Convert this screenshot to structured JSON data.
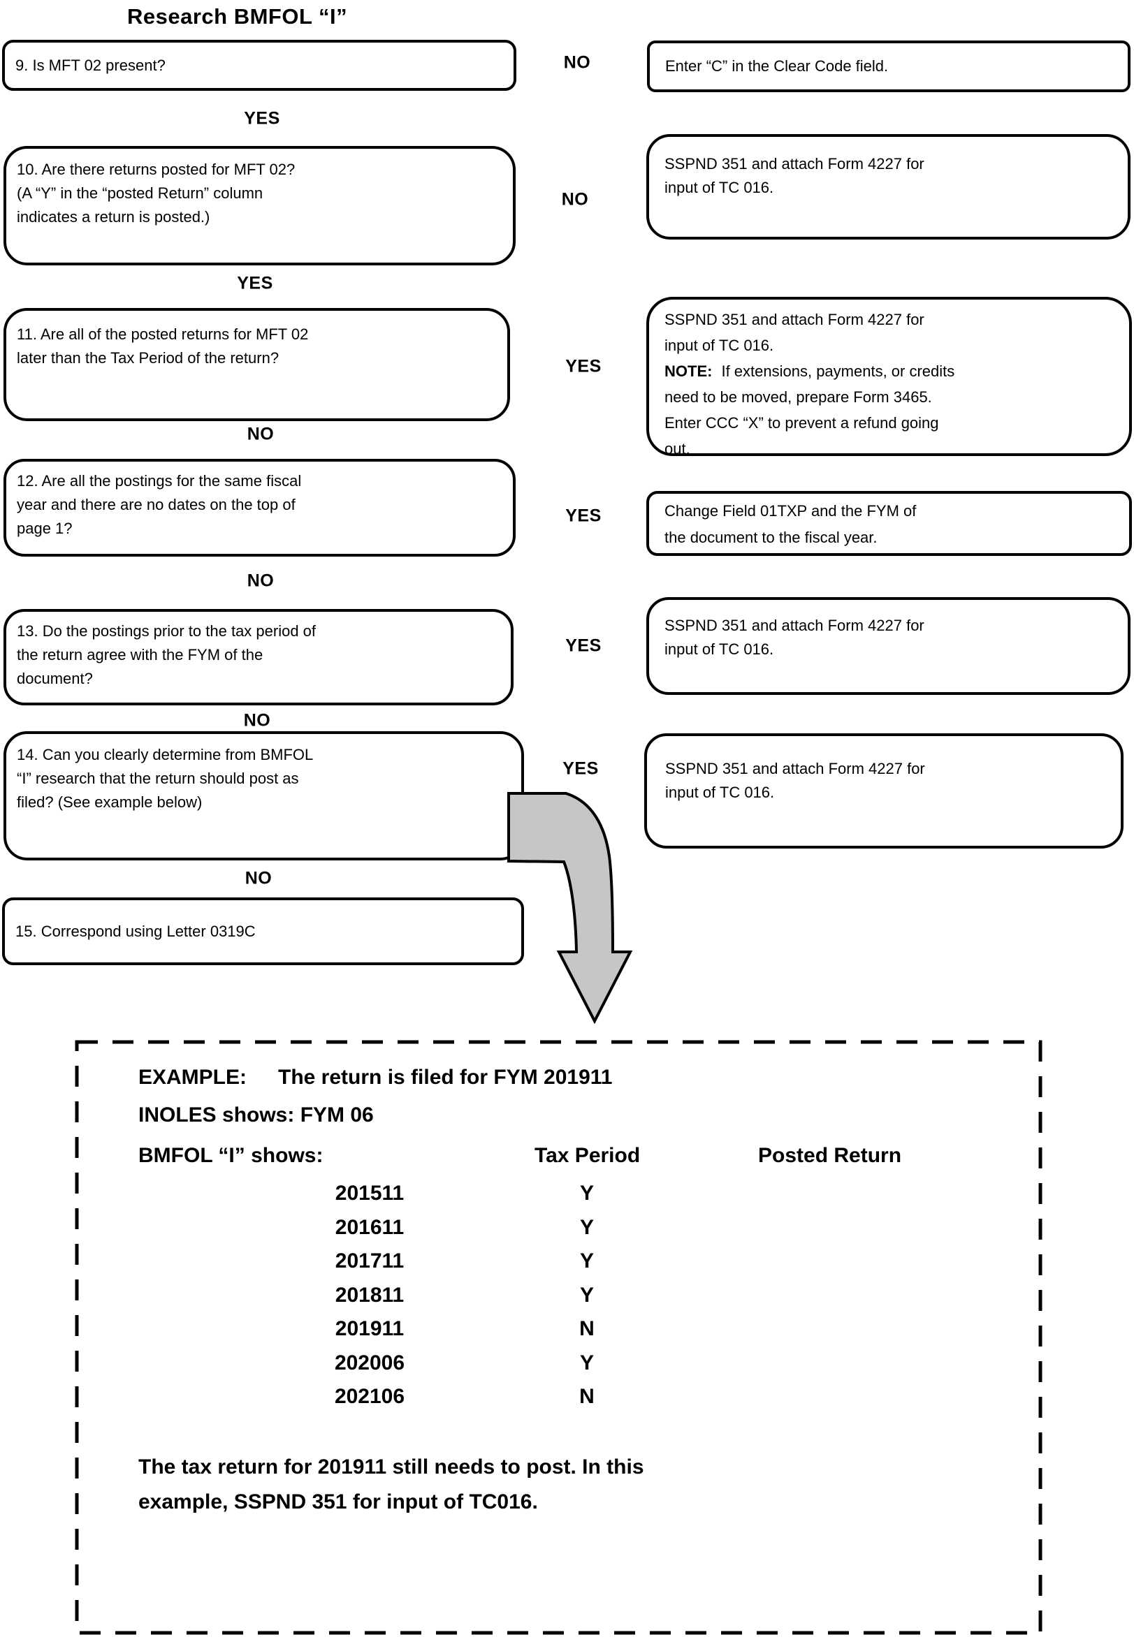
{
  "title": "Research BMFOL “I”",
  "labels": {
    "yes": "YES",
    "no": "NO"
  },
  "questions": {
    "q9": "9. Is MFT 02 present?",
    "q10": "10. Are there returns posted for MFT 02?\n(A “Y” in the “posted Return” column\nindicates a return is posted.)",
    "q11": "11. Are all of the posted returns for MFT 02\nlater than the Tax Period of the return?",
    "q12": "12. Are all the postings for the same fiscal\nyear and there are no dates on the top of\npage 1?",
    "q13": "13. Do the postings prior to the tax period of\nthe return agree with the FYM of the\ndocument?",
    "q14": "14. Can you clearly determine from BMFOL\n“I” research that the return should post as\nfiled?  (See example below)",
    "q15": "15. Correspond using Letter 0319C"
  },
  "actions": {
    "a1": "Enter “C” in the Clear Code field.",
    "a2": "SSPND 351 and attach Form 4227 for\ninput of TC 016.",
    "a3_pre": "SSPND 351 and attach Form 4227 for\ninput of TC 016.",
    "a3_note_label": "NOTE:",
    "a3_note_rest": "If extensions, payments, or credits\nneed to be moved, prepare Form 3465.\nEnter CCC “X” to prevent a refund going\nout.",
    "a4": "Change Field 01TXP and the FYM of\nthe document to the fiscal year.",
    "a5": "SSPND 351 and attach Form 4227 for\ninput of TC 016.",
    "a6": "SSPND 351 and attach Form 4227 for\ninput of TC 016."
  },
  "example": {
    "heading_label": "EXAMPLE:",
    "heading_text": "The return is filed for FYM 201911",
    "inoles_line": "INOLES shows: FYM 06",
    "bmfol_label": "BMFOL “I” shows:",
    "col_tax_period": "Tax Period",
    "col_posted_return": "Posted Return",
    "rows": [
      {
        "tax_period": "201511",
        "posted_return": "Y"
      },
      {
        "tax_period": "201611",
        "posted_return": "Y"
      },
      {
        "tax_period": "201711",
        "posted_return": "Y"
      },
      {
        "tax_period": "201811",
        "posted_return": "Y"
      },
      {
        "tax_period": "201911",
        "posted_return": "N"
      },
      {
        "tax_period": "202006",
        "posted_return": "Y"
      },
      {
        "tax_period": "202106",
        "posted_return": "N"
      }
    ],
    "footer": "The tax return for 201911 still needs to post.  In this\nexample, SSPND 351 for input of TC016."
  },
  "arrow_color": "#c6c6c6"
}
